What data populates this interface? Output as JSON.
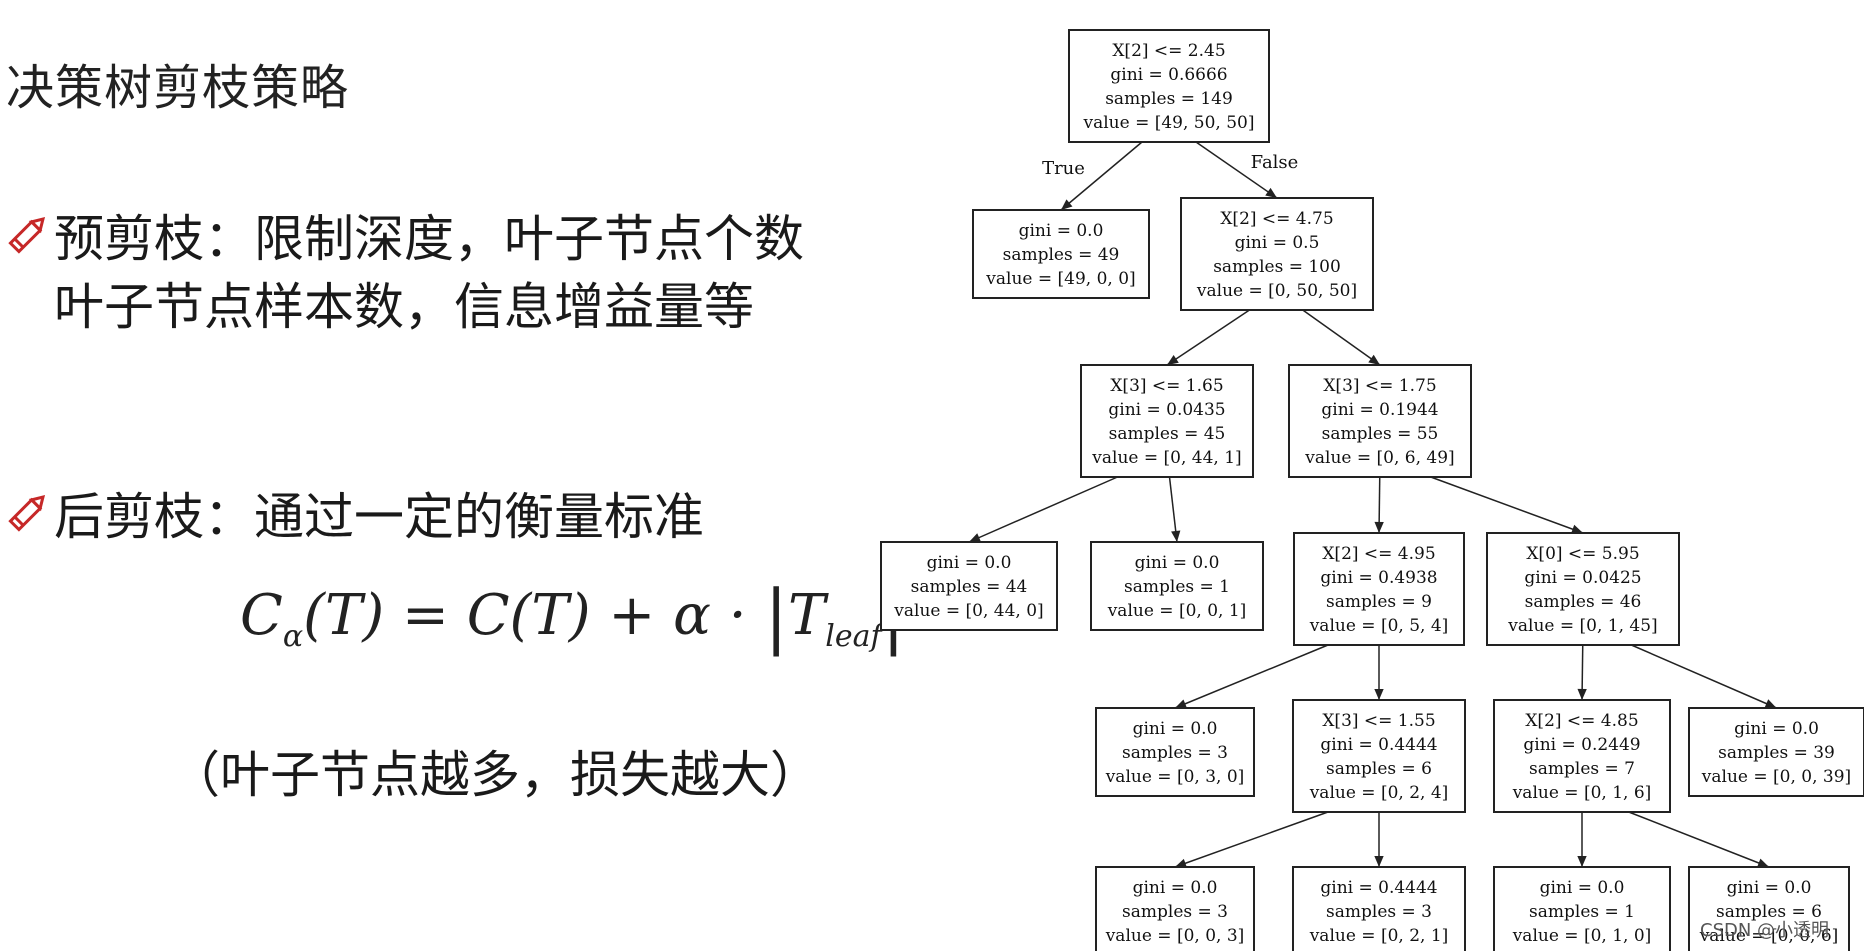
{
  "slide": {
    "title": "决策树剪枝策略",
    "pre_pruning": {
      "line1": "预剪枝：限制深度，叶子节点个数",
      "line2": "叶子节点样本数，信息增益量等"
    },
    "post_pruning": {
      "line1": "后剪枝：通过一定的衡量标准"
    },
    "formula": {
      "lhs_c": "C",
      "alpha": "α",
      "lhs_rest": "(T) = C(T) + α ·",
      "t": "T",
      "leaf": "leaf"
    },
    "note": "（叶子节点越多，损失越大）"
  },
  "tree": {
    "edge_labels": {
      "true": "True",
      "false": "False"
    },
    "nodes": [
      {
        "id": "n0",
        "lines": [
          "X[2] <= 2.45",
          "gini = 0.6666",
          "samples = 149",
          "value = [49, 50, 50]"
        ]
      },
      {
        "id": "n1",
        "lines": [
          "gini = 0.0",
          "samples = 49",
          "value = [49, 0, 0]"
        ]
      },
      {
        "id": "n2",
        "lines": [
          "X[2] <= 4.75",
          "gini = 0.5",
          "samples = 100",
          "value = [0, 50, 50]"
        ]
      },
      {
        "id": "n3",
        "lines": [
          "X[3] <= 1.65",
          "gini = 0.0435",
          "samples = 45",
          "value = [0, 44, 1]"
        ]
      },
      {
        "id": "n4",
        "lines": [
          "X[3] <= 1.75",
          "gini = 0.1944",
          "samples = 55",
          "value = [0, 6, 49]"
        ]
      },
      {
        "id": "n5",
        "lines": [
          "gini = 0.0",
          "samples = 44",
          "value = [0, 44, 0]"
        ]
      },
      {
        "id": "n6",
        "lines": [
          "gini = 0.0",
          "samples = 1",
          "value = [0, 0, 1]"
        ]
      },
      {
        "id": "n7",
        "lines": [
          "X[2] <= 4.95",
          "gini = 0.4938",
          "samples = 9",
          "value = [0, 5, 4]"
        ]
      },
      {
        "id": "n8",
        "lines": [
          "X[0] <= 5.95",
          "gini = 0.0425",
          "samples = 46",
          "value = [0, 1, 45]"
        ]
      },
      {
        "id": "n9",
        "lines": [
          "gini = 0.0",
          "samples = 3",
          "value = [0, 3, 0]"
        ]
      },
      {
        "id": "n10",
        "lines": [
          "X[3] <= 1.55",
          "gini = 0.4444",
          "samples = 6",
          "value = [0, 2, 4]"
        ]
      },
      {
        "id": "n11",
        "lines": [
          "X[2] <= 4.85",
          "gini = 0.2449",
          "samples = 7",
          "value = [0, 1, 6]"
        ]
      },
      {
        "id": "n12",
        "lines": [
          "gini = 0.0",
          "samples = 39",
          "value = [0, 0, 39]"
        ]
      },
      {
        "id": "n13",
        "lines": [
          "gini = 0.0",
          "samples = 3",
          "value = [0, 0, 3]"
        ]
      },
      {
        "id": "n14",
        "lines": [
          "gini = 0.4444",
          "samples = 3",
          "value = [0, 2, 1]"
        ]
      },
      {
        "id": "n15",
        "lines": [
          "gini = 0.0",
          "samples = 1",
          "value = [0, 1, 0]"
        ]
      },
      {
        "id": "n16",
        "lines": [
          "gini = 0.0",
          "samples = 6",
          "value = [0, 0, 6]"
        ]
      }
    ],
    "edges": [
      {
        "from": "n0",
        "to": "n1",
        "label": "true"
      },
      {
        "from": "n0",
        "to": "n2",
        "label": "false"
      },
      {
        "from": "n2",
        "to": "n3"
      },
      {
        "from": "n2",
        "to": "n4"
      },
      {
        "from": "n3",
        "to": "n5"
      },
      {
        "from": "n3",
        "to": "n6"
      },
      {
        "from": "n4",
        "to": "n7"
      },
      {
        "from": "n4",
        "to": "n8"
      },
      {
        "from": "n7",
        "to": "n9"
      },
      {
        "from": "n7",
        "to": "n10"
      },
      {
        "from": "n8",
        "to": "n11"
      },
      {
        "from": "n8",
        "to": "n12"
      },
      {
        "from": "n10",
        "to": "n13"
      },
      {
        "from": "n10",
        "to": "n14"
      },
      {
        "from": "n11",
        "to": "n15"
      },
      {
        "from": "n11",
        "to": "n16"
      }
    ]
  },
  "watermark": "CSDN @小透明"
}
